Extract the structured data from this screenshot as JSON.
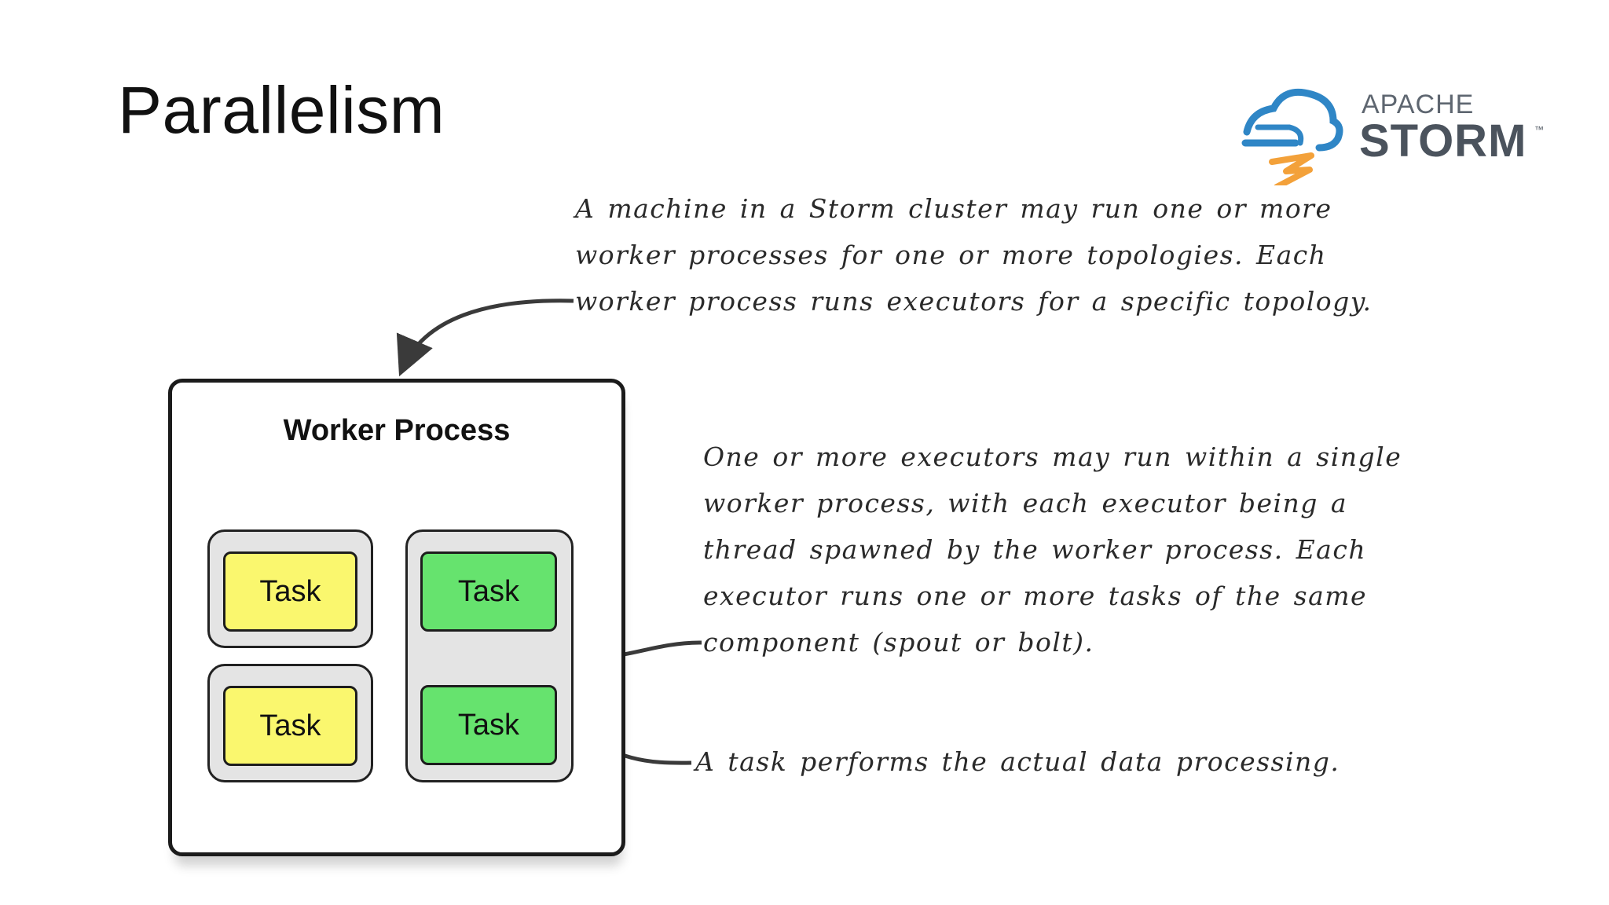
{
  "slide": {
    "title": "Parallelism"
  },
  "logo": {
    "apache": "APACHE",
    "storm": "STORM",
    "tm": "™"
  },
  "diagram": {
    "worker_title": "Worker Process",
    "tasks": [
      "Task",
      "Task",
      "Task",
      "Task"
    ]
  },
  "notes": {
    "machine": [
      "A machine in a Storm cluster may run one or more",
      "worker processes for one or more topologies. Each",
      "worker process runs executors for a specific topology."
    ],
    "executor": [
      "One or more executors may run within a single",
      "worker process, with each executor being a",
      "thread spawned by the worker process. Each",
      "executor runs one or more tasks of the same",
      "component (spout or bolt)."
    ],
    "task": [
      "A task performs the actual data processing."
    ]
  },
  "colors": {
    "task_yellow": "#faf76e",
    "task_green": "#66e36e",
    "executor_bg": "#e4e4e4",
    "logo_blue": "#2f86c6",
    "logo_orange": "#f3a13a"
  }
}
